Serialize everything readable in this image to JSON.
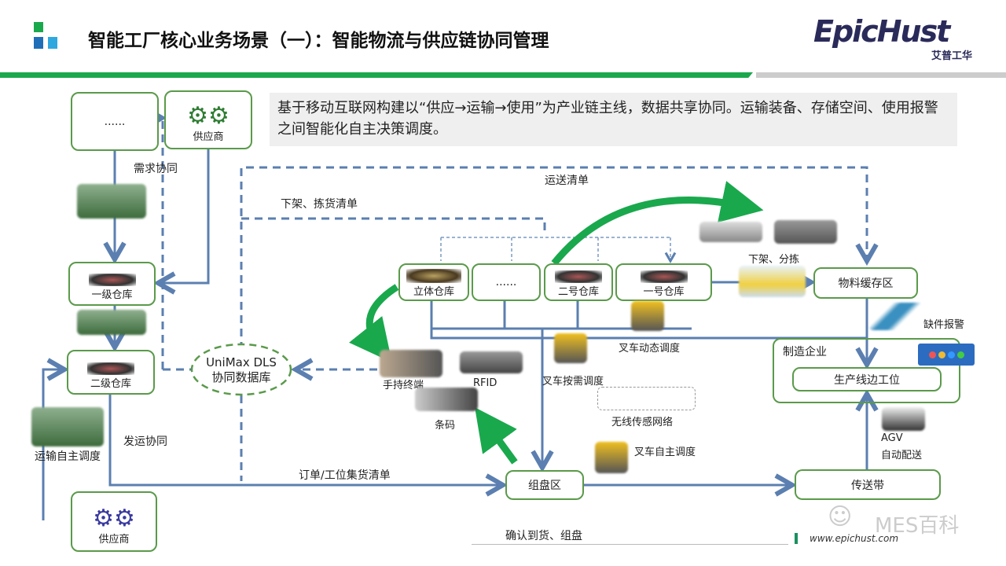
{
  "header": {
    "title": "智能工厂核心业务场景（一）：智能物流与供应链协同管理",
    "logo_text": "EpicHust",
    "logo_sub": "艾普工华"
  },
  "intro": "基于移动互联网构建以“供应→运输→使用”为产业链主线，数据共享协同。运输装备、存储空间、使用报警之间智能化自主决策调度。",
  "nodes": {
    "ellipsis_top": "......",
    "supplier_top": "供应商",
    "wh1": "一级仓库",
    "wh2": "二级仓库",
    "supplier_bottom": "供应商",
    "db_line1": "UniMax DLS",
    "db_line2": "协同数据库",
    "stereo_wh": "立体仓库",
    "ellipsis_mid": "......",
    "wh_no2": "二号仓库",
    "wh_no1": "一号仓库",
    "buffer": "物料缓存区",
    "enterprise": "制造企业",
    "line_station": "生产线边工位",
    "pallet": "组盘区",
    "conveyor": "传送带"
  },
  "labels": {
    "demand": "需求协同",
    "transport_auto": "运输自主调度",
    "ship_collab": "发运协同",
    "order_list": "订单/工位集货清单",
    "confirm": "确认到货、组盘",
    "delivery_list": "运送清单",
    "pick_list": "下架、拣货清单",
    "unload_sort": "下架、分拣",
    "shortage": "缺件报警",
    "agv": "AGV",
    "agv_sub": "自动配送",
    "handheld": "手持终端",
    "rfid": "RFID",
    "barcode": "条码",
    "fork_dynamic": "叉车动态调度",
    "fork_demand": "叉车按需调度",
    "wsn": "无线传感网络",
    "fork_auto": "叉车自主调度"
  },
  "footer": {
    "watermark": "MES百科",
    "url": "www.epichust.com"
  }
}
